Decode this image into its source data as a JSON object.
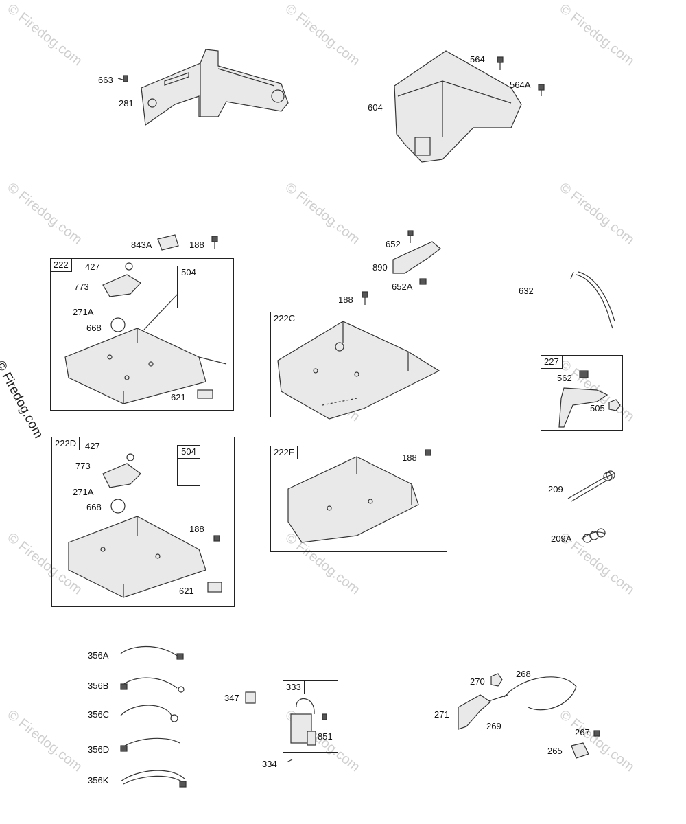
{
  "watermark": "© Firedog.com",
  "labels": {
    "p663": "663",
    "p281": "281",
    "p564": "564",
    "p564a": "564A",
    "p604": "604",
    "p843a": "843A",
    "p188a": "188",
    "p652": "652",
    "p890": "890",
    "p652a": "652A",
    "p188b": "188",
    "p632": "632",
    "g222_427": "427",
    "g222_773": "773",
    "g222_271a": "271A",
    "g222_668": "668",
    "g222_621": "621",
    "g222d_427": "427",
    "g222d_773": "773",
    "g222d_271a": "271A",
    "g222d_668": "668",
    "g222d_188": "188",
    "g222d_621": "621",
    "g222f_188": "188",
    "g227_562": "562",
    "g227_505": "505",
    "p209": "209",
    "p209a": "209A",
    "p356a": "356A",
    "p356b": "356B",
    "p356c": "356C",
    "p356d": "356D",
    "p356k": "356K",
    "p347": "347",
    "g333_851": "851",
    "p334": "334",
    "p270": "270",
    "p268": "268",
    "p271": "271",
    "p269": "269",
    "p267": "267",
    "p265": "265"
  },
  "groups": {
    "g222": "222",
    "g222c": "222C",
    "g222d": "222D",
    "g222f": "222F",
    "g227": "227",
    "g333": "333"
  },
  "kits": {
    "k504a": "504",
    "k504b": "504"
  }
}
